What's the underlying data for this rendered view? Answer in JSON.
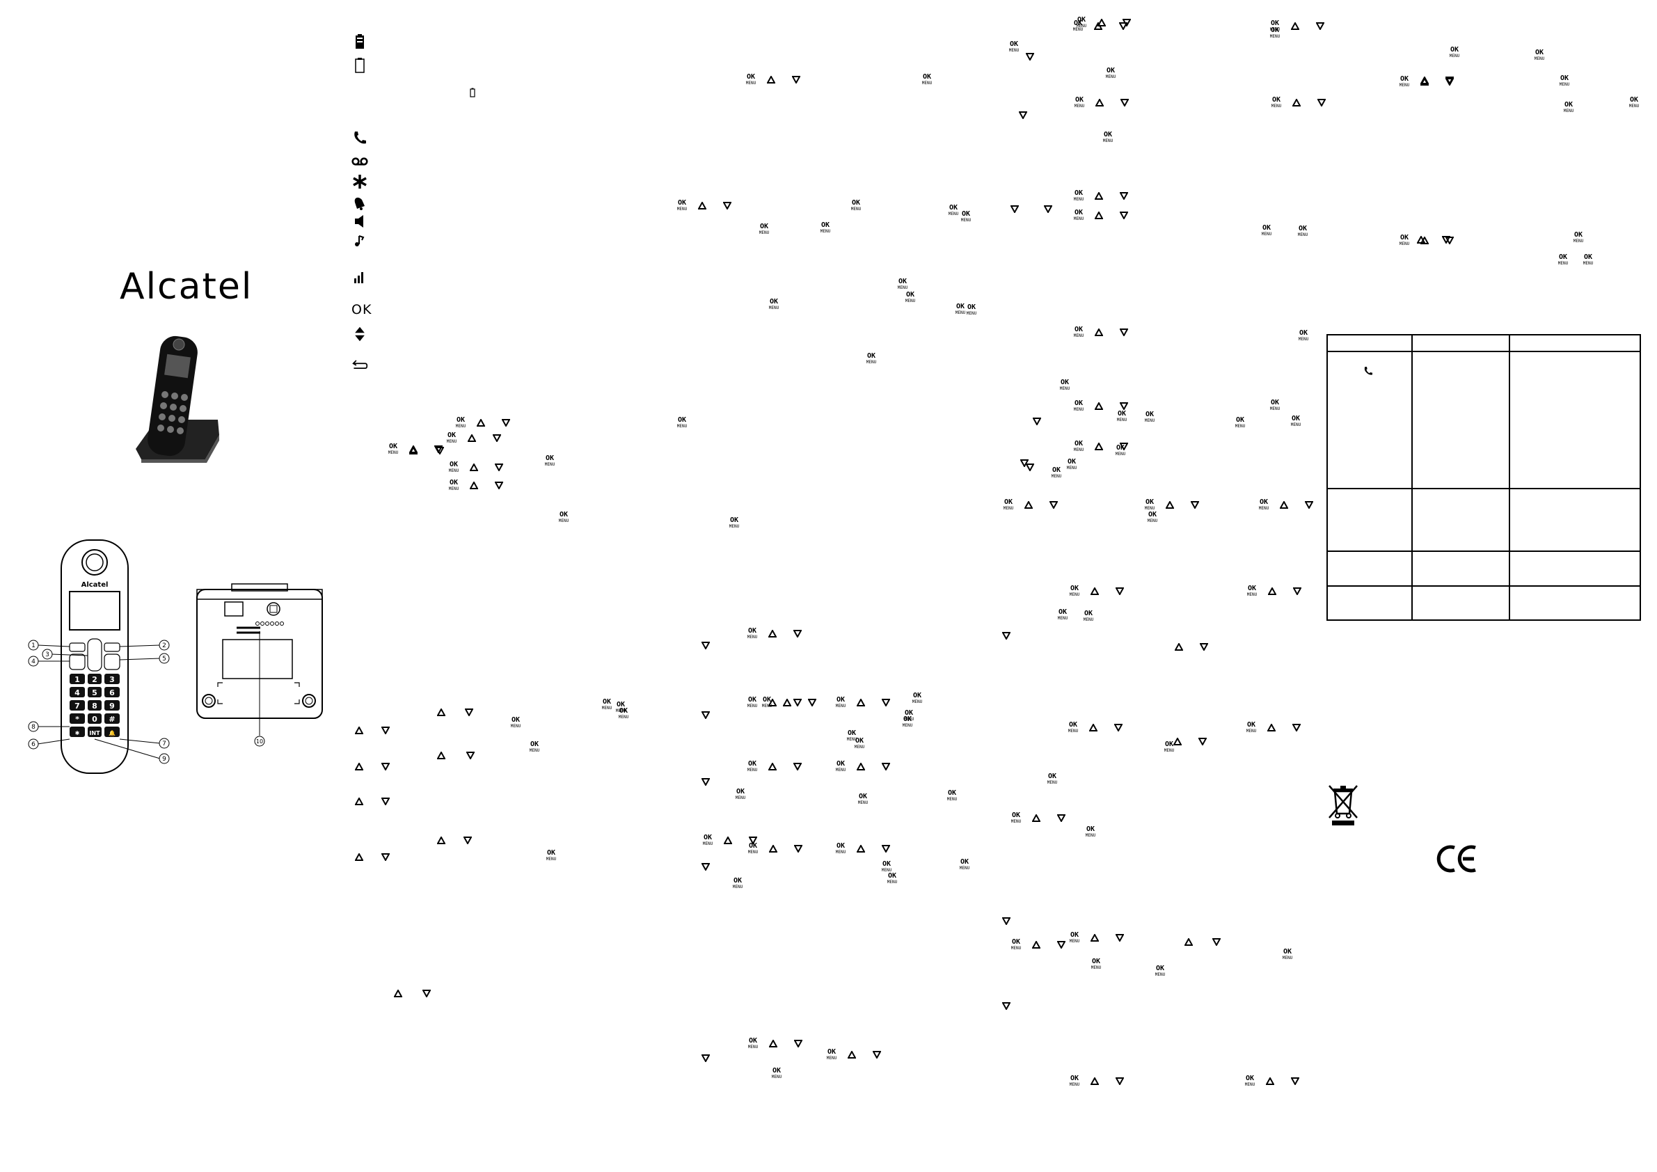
{
  "brand": {
    "name": "Alcatel"
  },
  "handset": {
    "label": "Alcatel",
    "keys": [
      "1",
      "2",
      "3",
      "4",
      "5",
      "6",
      "7",
      "8",
      "9",
      "*",
      "0",
      "#",
      "INT"
    ],
    "callouts": [
      "1",
      "2",
      "3",
      "4",
      "5",
      "6",
      "7",
      "8",
      "9"
    ]
  },
  "base": {
    "callouts": [
      "10"
    ]
  },
  "legend": {
    "ok_label": "OK"
  },
  "ok_key": {
    "top": "OK",
    "bottom": "MENU"
  },
  "icons": {
    "battery_full": "battery-full-icon",
    "battery_empty": "battery-empty-icon",
    "phone": "phone-icon",
    "voicemail": "voicemail-icon",
    "star": "star-icon",
    "bell": "bell-icon",
    "speaker": "speaker-icon",
    "music": "music-note-icon",
    "signal": "signal-icon",
    "ok": "ok-icon",
    "updown": "updown-icon",
    "back": "back-icon",
    "phonebook": "phonebook-icon",
    "recycle": "weee-bin-icon",
    "ce": "ce-mark-icon"
  }
}
